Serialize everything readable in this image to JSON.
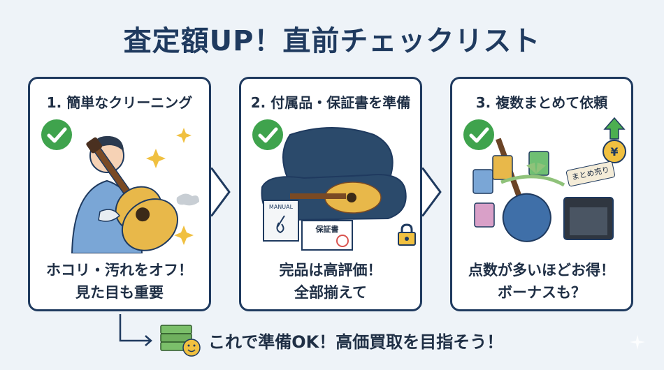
{
  "title": "査定額UP！直前チェックリスト",
  "cards": [
    {
      "title": "1. 簡単なクリーニング",
      "caption_lines": [
        "ホコリ・汚れをオフ！",
        "見た目も重要"
      ]
    },
    {
      "title": "2. 付属品・保証書を準備",
      "caption_lines": [
        "完品は高評価！",
        "全部揃えて"
      ],
      "manual_label": "MANUAL",
      "warranty_label": "保証書"
    },
    {
      "title": "3. 複数まとめて依頼",
      "caption_lines": [
        "点数が多いほどお得！",
        "ボーナスも？"
      ],
      "tag_label": "まとめ売り",
      "yen_symbol": "¥"
    }
  ],
  "footer": {
    "text": "これで準備OK！高価買取を目指そう！"
  },
  "colors": {
    "navy": "#1f3a5f",
    "check_green": "#3fa34d",
    "guitar_yellow": "#e8b84a",
    "case_navy": "#2b4a6b",
    "arrow_green": "#4caf50"
  },
  "icons": [
    "check-icon",
    "sparkle-icon",
    "arrow-right-icon",
    "money-icon",
    "smiley-icon",
    "lock-icon",
    "yen-coin-icon",
    "up-arrow-icon"
  ]
}
